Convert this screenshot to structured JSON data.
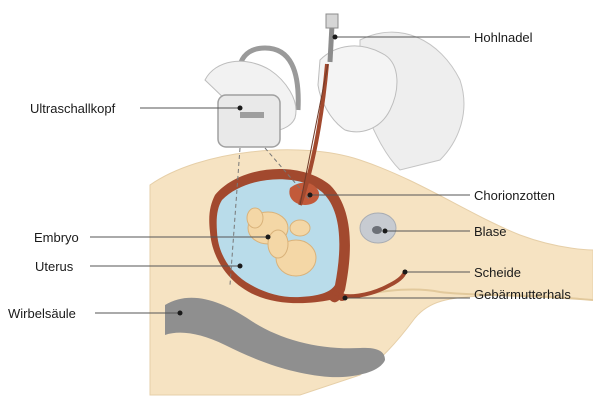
{
  "labels": {
    "needle": "Hohlnadel",
    "probe": "Ultraschallkopf",
    "chorion": "Chorionzotten",
    "bladder": "Blase",
    "embryo": "Embryo",
    "uterus": "Uterus",
    "vagina": "Scheide",
    "cervix": "Gebärmutterhals",
    "spine": "Wirbelsäule"
  },
  "colors": {
    "skin": "#f6e3c2",
    "uterus_wall": "#a2492e",
    "amniotic_fluid": "#b9dcea",
    "embryo": "#f4d7a6",
    "spine": "#8f8f8f",
    "bladder": "#c7cbd1",
    "glove": "#f2f2f2",
    "leader_line": "#555555"
  }
}
